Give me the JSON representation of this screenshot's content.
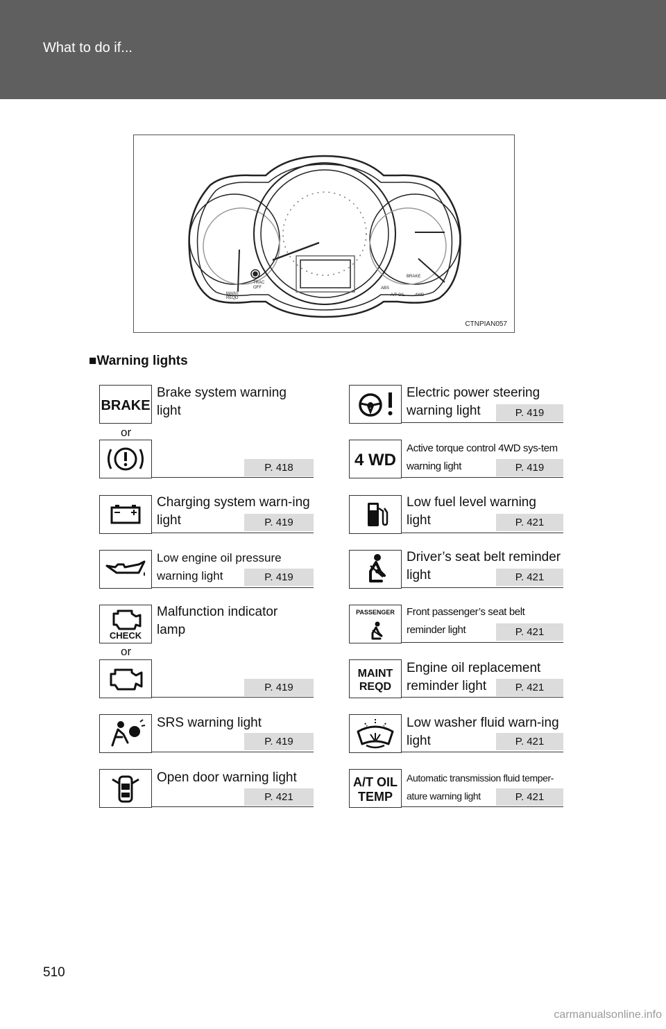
{
  "header": {
    "title": "What to do if..."
  },
  "figure": {
    "code": "CTNPIAN057"
  },
  "section": {
    "title": "■Warning lights"
  },
  "or_label": "or",
  "left": [
    {
      "icon": "brake-text-icon",
      "icon_text": "BRAKE",
      "desc": "Brake system warning light",
      "ref": ""
    },
    {
      "icon": "brake-circle-icon",
      "desc": "",
      "ref": "P. 418"
    },
    {
      "icon": "battery-icon",
      "desc": "Charging system warn-ing light",
      "ref": "P. 419"
    },
    {
      "icon": "oil-can-icon",
      "desc": "Low engine oil pressure warning light",
      "ref": "P. 419"
    },
    {
      "icon": "check-engine-icon",
      "icon_text": "CHECK",
      "desc": "Malfunction indicator lamp",
      "ref": ""
    },
    {
      "icon": "engine-icon",
      "desc": "",
      "ref": "P. 419"
    },
    {
      "icon": "airbag-icon",
      "desc": "SRS warning light",
      "ref": "P. 419"
    },
    {
      "icon": "open-door-icon",
      "desc": "Open door warning light",
      "ref": "P. 421"
    }
  ],
  "right": [
    {
      "icon": "steering-warning-icon",
      "desc": "Electric power steering warning light",
      "ref": "P. 419"
    },
    {
      "icon": "4wd-icon",
      "icon_text": "4 WD",
      "desc": "Active torque control 4WD sys-tem warning light",
      "ref": "P. 419"
    },
    {
      "icon": "fuel-pump-icon",
      "desc": "Low fuel level warning light",
      "ref": "P. 421"
    },
    {
      "icon": "seat-belt-icon",
      "desc": "Driver’s seat belt reminder light",
      "ref": "P. 421"
    },
    {
      "icon": "passenger-seat-belt-icon",
      "icon_text": "PASSENGER",
      "desc": "Front passenger’s seat belt reminder light",
      "ref": "P. 421"
    },
    {
      "icon": "maint-reqd-icon",
      "icon_text": [
        "MAINT",
        "REQD"
      ],
      "desc": "Engine oil replacement reminder light",
      "ref": "P. 421"
    },
    {
      "icon": "washer-fluid-icon",
      "desc": "Low washer fluid warn-ing light",
      "ref": "P. 421"
    },
    {
      "icon": "at-oil-temp-icon",
      "icon_text": [
        "A/T OIL",
        "TEMP"
      ],
      "desc": "Automatic transmission fluid temper-ature warning light",
      "ref": "P. 421"
    }
  ],
  "page_number": "510",
  "watermark": "carmanualsonline.info"
}
